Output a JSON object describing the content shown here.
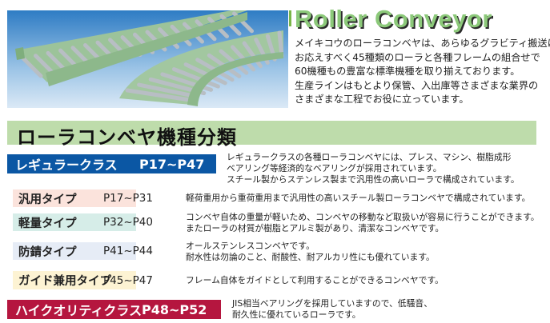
{
  "header": {
    "title": "Roller Conveyor"
  },
  "intro": [
    "メイキコウのローラコンベヤは、あらゆるグラビティ搬送に",
    "お応えすべく45種類のローラと各種フレームの組合せで",
    "60機種もの豊富な標準機種を取り揃えております。",
    "生産ラインはもとより保管、入出庫等さまざまな業界の",
    "さまざまな工程でお役に立っています。"
  ],
  "section_title": "ローラコンベヤ機種分類",
  "regular": {
    "name": "レギュラークラス",
    "pages": "P17~P47",
    "color": "#0b57a4",
    "desc": [
      "レギュラークラスの各種ローラコンベヤには、プレス、マシン、樹脂成形",
      "ベアリング等経済的なベアリングが採用されています。",
      "スチール製からステンレス製まで汎用性の高いローラで構成されています。"
    ]
  },
  "types": [
    {
      "name": "汎用タイプ",
      "pages": "P17~P31",
      "color": "#fbe3dc",
      "desc": [
        "軽荷重用から重荷重用まで汎用性の高いスチール製ローラコンベヤで構成されています。"
      ]
    },
    {
      "name": "軽量タイプ",
      "pages": "P32~P40",
      "color": "#d6ede8",
      "desc": [
        "コンベヤ自体の重量が軽いため、コンベヤの移動など取扱いが容易に行うことができます。",
        "またローラの材質が樹脂とアルミ製があり、清潔なコンベヤです。"
      ]
    },
    {
      "name": "防錆タイプ",
      "pages": "P41~P44",
      "color": "#e6ecf6",
      "desc": [
        "オールステンレスコンベヤです。",
        "耐水性は勿論のこと、耐酸性、耐アルカリ性にも優れています。"
      ]
    },
    {
      "name": "ガイド兼用タイプ",
      "pages": "P45~P47",
      "color": "#fdf3d3",
      "desc": [
        "フレーム自体をガイドとして利用することができるコンベヤです。"
      ]
    }
  ],
  "high": {
    "name": "ハイクオリティクラス",
    "pages": "P48~P52",
    "color": "#b5163f",
    "desc": [
      "JIS相当ベアリングを採用していますので、低騒音、",
      "耐久性に優れているローラです。"
    ]
  }
}
